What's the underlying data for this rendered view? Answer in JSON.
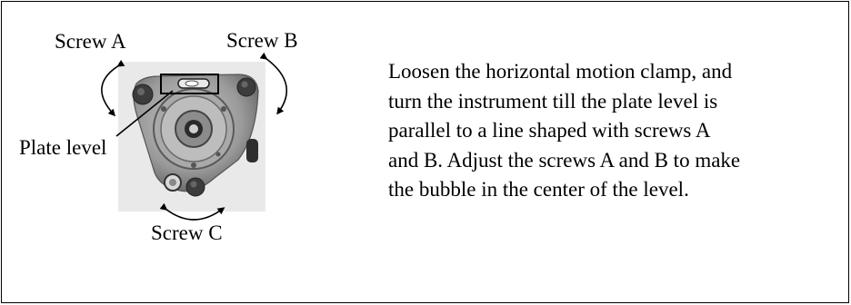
{
  "figure": {
    "screw_a_label": "Screw A",
    "screw_b_label": "Screw B",
    "screw_c_label": "Screw C",
    "plate_level_label": "Plate level"
  },
  "instructions": {
    "lines": [
      "Loosen the horizontal motion clamp, and",
      "turn the instrument till the plate level is",
      "parallel to a line shaped with screws A",
      "and B. Adjust the screws A and B to make",
      "the bubble in the center of the level."
    ]
  }
}
